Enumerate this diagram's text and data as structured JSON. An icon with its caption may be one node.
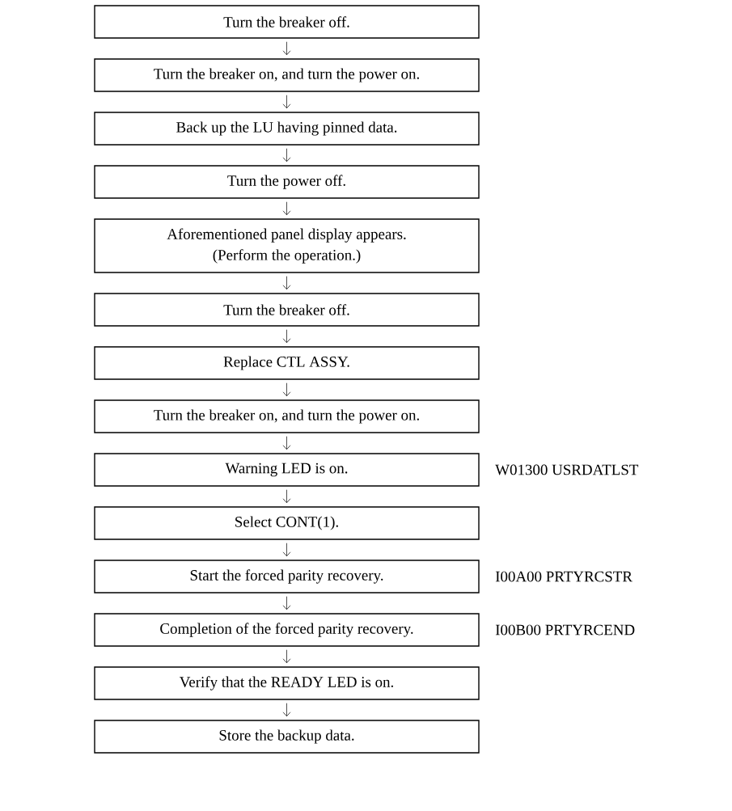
{
  "diagram": {
    "nodes": [
      {
        "text": [
          "Turn the breaker off."
        ]
      },
      {
        "text": [
          "Turn the breaker on, and turn the power on."
        ]
      },
      {
        "text": [
          "Back up the LU having pinned data."
        ]
      },
      {
        "text": [
          "Turn the power off."
        ]
      },
      {
        "text": [
          "Aforementioned panel display appears.",
          "(Perform the operation.)"
        ]
      },
      {
        "text": [
          "Turn the breaker off."
        ]
      },
      {
        "text": [
          "Replace CTL ASSY."
        ]
      },
      {
        "text": [
          "Turn the breaker on, and turn the power on."
        ]
      },
      {
        "text": [
          "Warning LED is on."
        ],
        "beside": [
          "W01300 USRDATLST"
        ]
      },
      {
        "text": [
          "Select CONT(1)."
        ]
      },
      {
        "text": [
          "Start the forced parity recovery."
        ],
        "beside": [
          "I00A00 PRTYRCSTR"
        ]
      },
      {
        "text": [
          "Completion of the forced parity recovery."
        ],
        "beside": [
          "I00B00 PRTYRCEND"
        ]
      },
      {
        "text": [
          "Verify that the READY LED is on."
        ]
      },
      {
        "text": [
          "Store the backup data."
        ]
      }
    ],
    "edges": [
      {
        "from": 0,
        "to": 1,
        "arrow": "to"
      },
      {
        "from": 1,
        "to": 2,
        "arrow": "to"
      },
      {
        "from": 2,
        "to": 3,
        "arrow": "to"
      },
      {
        "from": 3,
        "to": 4,
        "arrow": "to"
      },
      {
        "from": 4,
        "to": 5,
        "arrow": "to"
      },
      {
        "from": 5,
        "to": 6,
        "arrow": "to"
      },
      {
        "from": 6,
        "to": 7,
        "arrow": "to"
      },
      {
        "from": 7,
        "to": 8,
        "arrow": "to"
      },
      {
        "from": 8,
        "to": 9,
        "arrow": "to"
      },
      {
        "from": 9,
        "to": 10,
        "arrow": "to"
      },
      {
        "from": 10,
        "to": 11,
        "arrow": "to"
      },
      {
        "from": 11,
        "to": 12,
        "arrow": "to"
      },
      {
        "from": 12,
        "to": 13,
        "arrow": "to"
      }
    ]
  }
}
